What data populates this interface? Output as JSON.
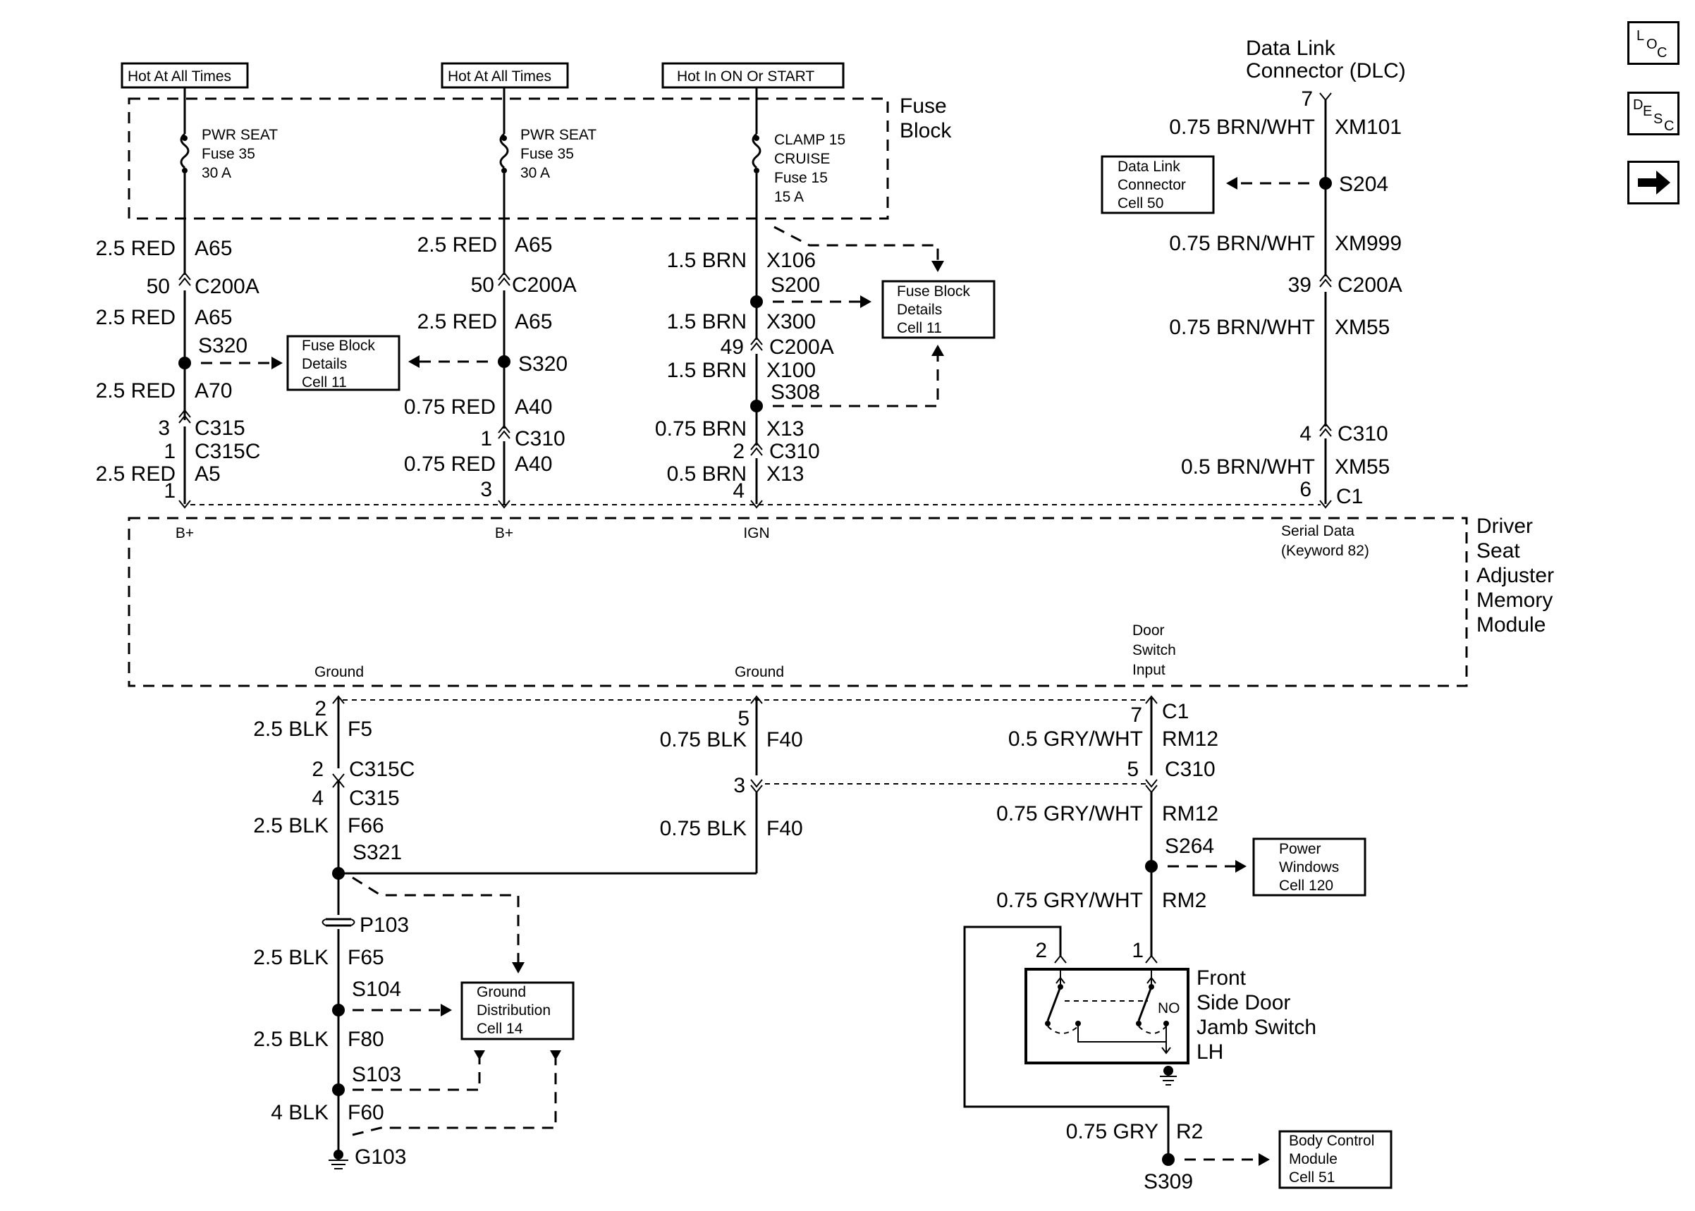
{
  "power_labels": {
    "p1": "Hot At All Times",
    "p2": "Hot At All Times",
    "p3": "Hot In ON Or START"
  },
  "fuse_block": {
    "line1": "Fuse",
    "line2": "Block"
  },
  "fuses": {
    "f1": {
      "l1": "PWR SEAT",
      "l2": "Fuse 35",
      "l3": "30 A"
    },
    "f2": {
      "l1": "PWR SEAT",
      "l2": "Fuse 35",
      "l3": "30 A"
    },
    "f3": {
      "l1": "CLAMP 15",
      "l2": "CRUISE",
      "l3": "Fuse 15",
      "l4": "15 A"
    }
  },
  "dlc": {
    "line1": "Data Link",
    "line2": "Connector (DLC)"
  },
  "col1": {
    "w1": "2.5 RED",
    "c1": "A65",
    "pin_a": "50",
    "conn_a": "C200A",
    "w2": "2.5 RED",
    "c2": "A65",
    "splice": "S320",
    "w3": "2.5 RED",
    "c3": "A70",
    "pin_b": "3",
    "conn_b": "C315",
    "pin_c": "1",
    "conn_c": "C315C",
    "w4": "2.5 RED",
    "c4": "A5",
    "pin_d": "1",
    "term": "B+"
  },
  "col2": {
    "w1": "2.5 RED",
    "c1": "A65",
    "pin_a": "50",
    "conn_a": "C200A",
    "w2": "2.5 RED",
    "c2": "A65",
    "splice": "S320",
    "w3": "0.75 RED",
    "c3": "A40",
    "pin_b": "1",
    "conn_b": "C310",
    "w4": "0.75 RED",
    "c4": "A40",
    "pin_d": "3",
    "term": "B+"
  },
  "col3": {
    "w1": "1.5 BRN",
    "c1": "X106",
    "splice1": "S200",
    "w2": "1.5 BRN",
    "c2": "X300",
    "pin_a": "49",
    "conn_a": "C200A",
    "w3": "1.5 BRN",
    "c3": "X100",
    "splice2": "S308",
    "w4": "0.75 BRN",
    "c4": "X13",
    "pin_b": "2",
    "conn_b": "C310",
    "w5": "0.5 BRN",
    "c5": "X13",
    "pin_d": "4",
    "term": "IGN"
  },
  "col4": {
    "pin_top": "7",
    "w1": "0.75 BRN/WHT",
    "c1": "XM101",
    "splice": "S204",
    "w2": "0.75 BRN/WHT",
    "c2": "XM999",
    "pin_a": "39",
    "conn_a": "C200A",
    "w3": "0.75 BRN/WHT",
    "c3": "XM55",
    "pin_b": "4",
    "conn_b": "C310",
    "w4": "0.5 BRN/WHT",
    "c4": "XM55",
    "pin_d": "6",
    "conn_d": "C1",
    "term1": "Serial Data",
    "term2": "(Keyword 82)"
  },
  "boxes": {
    "fb1": {
      "l1": "Fuse Block",
      "l2": "Details",
      "l3": "Cell 11"
    },
    "fb2": {
      "l1": "Fuse Block",
      "l2": "Details",
      "l3": "Cell 11"
    },
    "dlc": {
      "l1": "Data Link",
      "l2": "Connector",
      "l3": "Cell 50"
    },
    "pw": {
      "l1": "Power",
      "l2": "Windows",
      "l3": "Cell 120"
    },
    "gd": {
      "l1": "Ground",
      "l2": "Distribution",
      "l3": "Cell 14"
    },
    "bcm": {
      "l1": "Body Control",
      "l2": "Module",
      "l3": "Cell 51"
    }
  },
  "module": {
    "l1": "Driver",
    "l2": "Seat",
    "l3": "Adjuster",
    "l4": "Memory",
    "l5": "Module",
    "gnd1": "Ground",
    "gnd2": "Ground",
    "door1": "Door",
    "door2": "Switch",
    "door3": "Input"
  },
  "gcol1": {
    "pin1": "2",
    "w1": "2.5 BLK",
    "c1": "F5",
    "pin2": "2",
    "conn2": "C315C",
    "pin3": "4",
    "conn3": "C315",
    "w2": "2.5 BLK",
    "c2": "F66",
    "splice1": "S321",
    "conn_p": "P103",
    "w3": "2.5 BLK",
    "c3": "F65",
    "splice2": "S104",
    "w4": "2.5 BLK",
    "c4": "F80",
    "splice3": "S103",
    "w5": "4 BLK",
    "c5": "F60",
    "ground": "G103"
  },
  "gcol2": {
    "pin1": "5",
    "w1": "0.75 BLK",
    "c1": "F40",
    "pin2": "3",
    "w2": "0.75 BLK",
    "c2": "F40"
  },
  "gcol3": {
    "pin1": "7",
    "conn1": "C1",
    "w1": "0.5 GRY/WHT",
    "c1": "RM12",
    "pin2": "5",
    "conn2": "C310",
    "w2": "0.75 GRY/WHT",
    "c2": "RM12",
    "splice": "S264",
    "w3": "0.75 GRY/WHT",
    "c3": "RM2",
    "sw_pin2": "2",
    "sw_pin1": "1",
    "sw_no": "NO",
    "sw1": "Front",
    "sw2": "Side Door",
    "sw3": "Jamb Switch",
    "sw4": "LH",
    "w4": "0.75 GRY",
    "c4": "R2",
    "splice2": "S309"
  },
  "nav": {
    "loc1": "L",
    "loc2": "O",
    "loc3": "C",
    "desc1": "D",
    "desc2": "E",
    "desc3": "S",
    "desc4": "C"
  }
}
